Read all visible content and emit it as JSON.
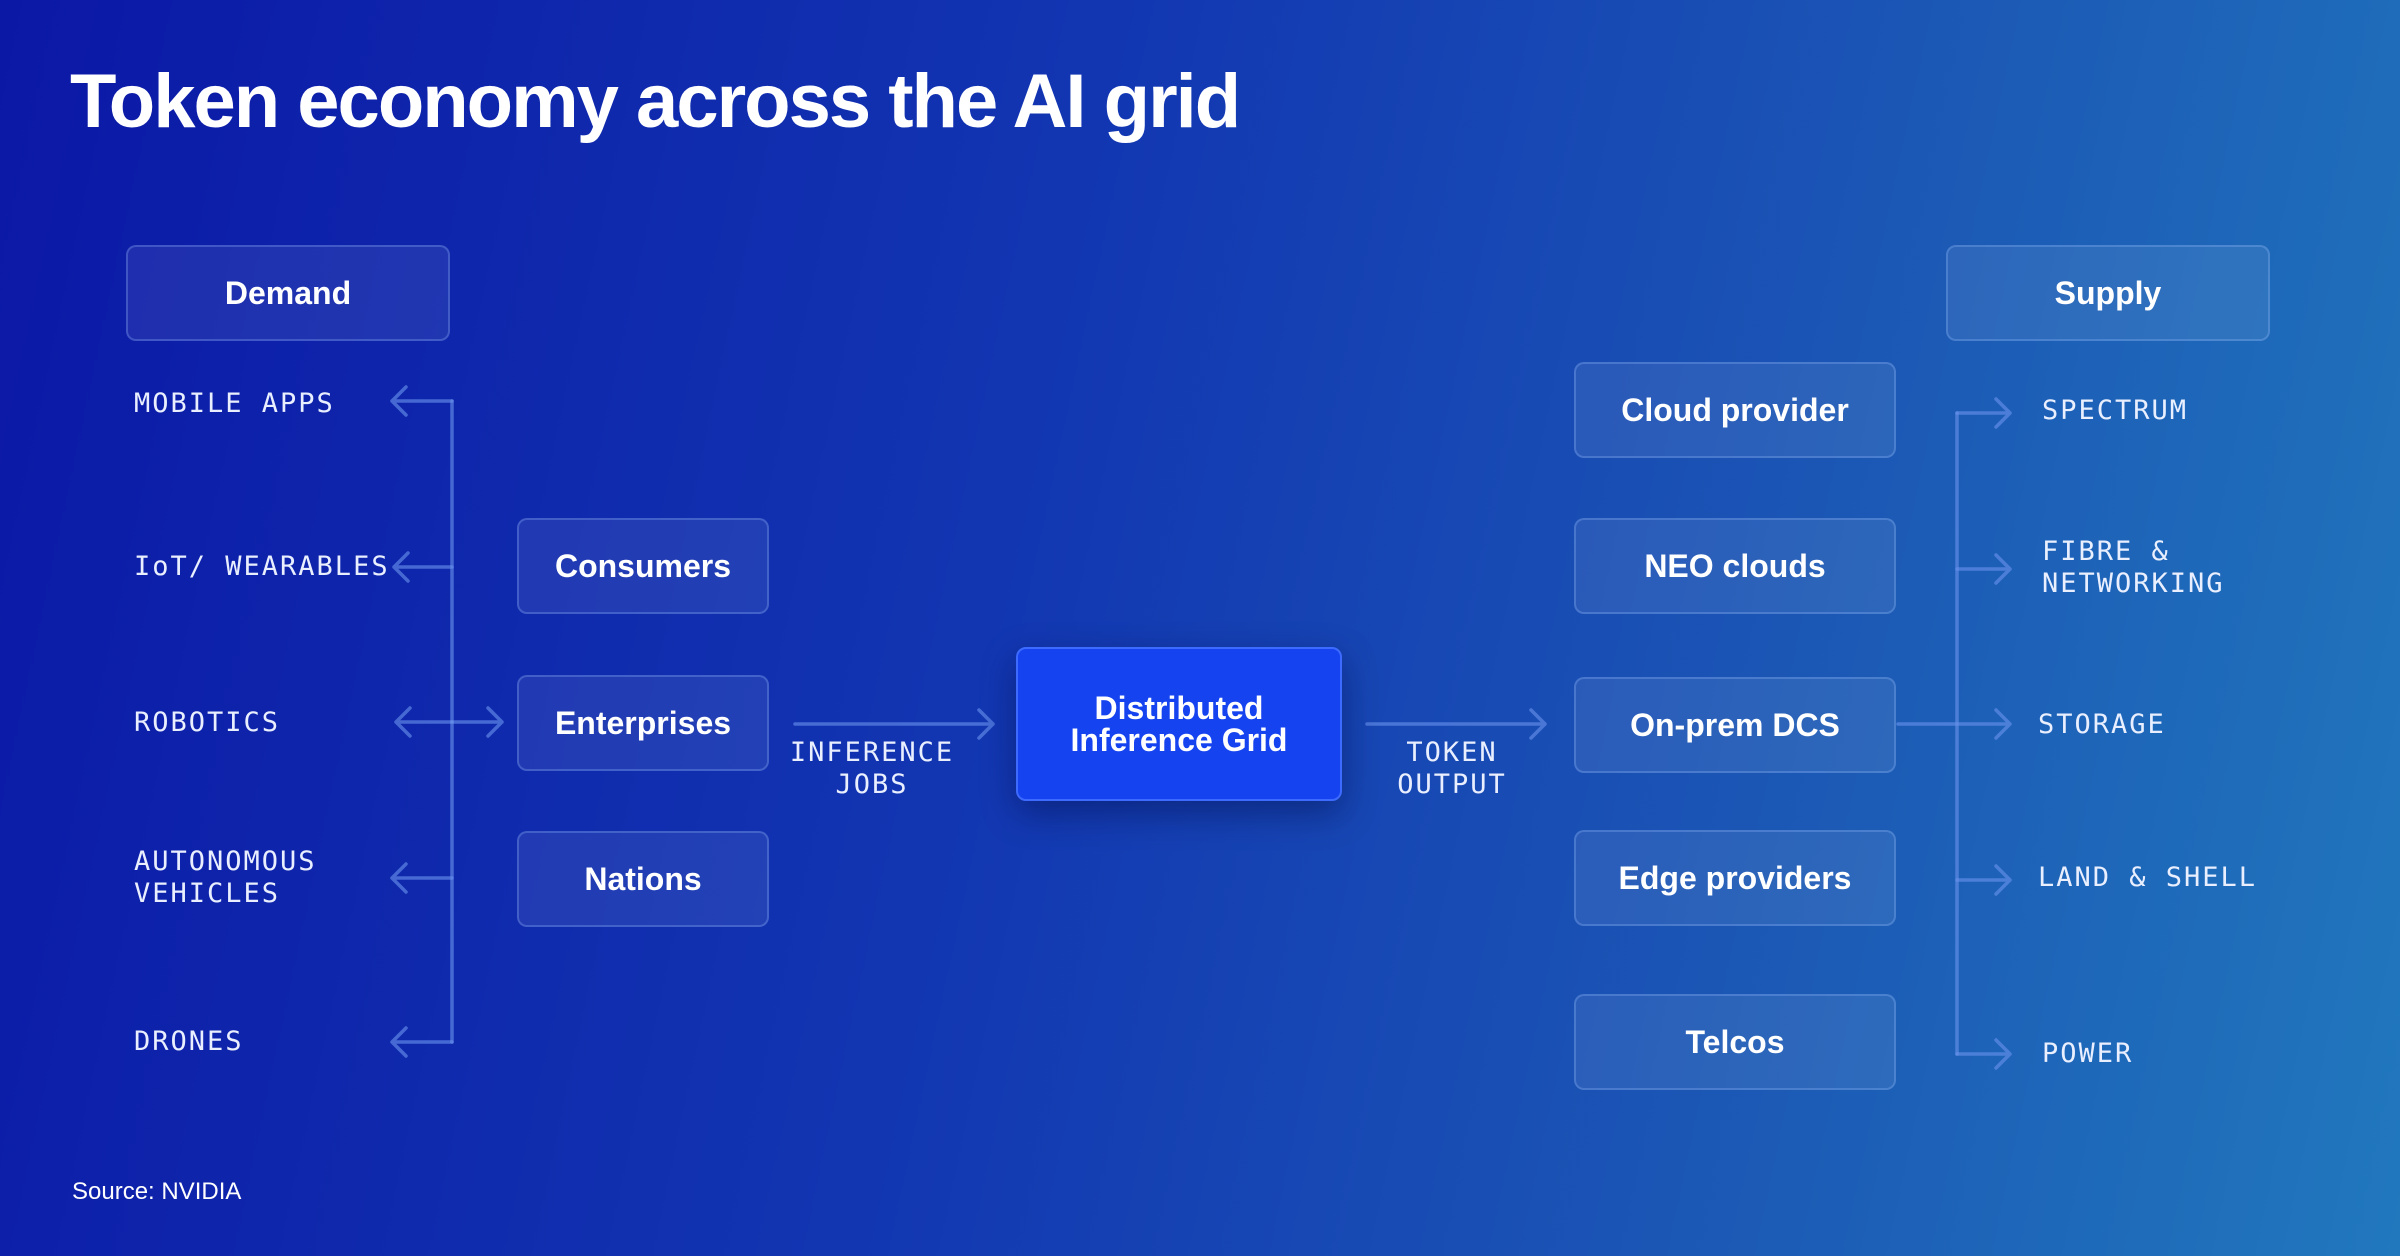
{
  "title": "Token economy across the AI grid",
  "demand": {
    "header": "Demand",
    "items": [
      "MOBILE APPS",
      "IoT/ WEARABLES",
      "ROBOTICS",
      "AUTONOMOUS\nVEHICLES",
      "DRONES"
    ]
  },
  "segments": [
    "Consumers",
    "Enterprises",
    "Nations"
  ],
  "inference_jobs_label": "INFERENCE\nJOBS",
  "center": "Distributed\nInference Grid",
  "token_output_label": "TOKEN\nOUTPUT",
  "providers": [
    "Cloud provider",
    "NEO clouds",
    "On-prem DCS",
    "Edge providers",
    "Telcos"
  ],
  "supply": {
    "header": "Supply",
    "items": [
      "SPECTRUM",
      "FIBRE &\nNETWORKING",
      "STORAGE",
      "LAND & SHELL",
      "POWER"
    ]
  },
  "source": "Source: NVIDIA",
  "colors": {
    "center_box": "#1543f0",
    "arrow": "#6991eb"
  }
}
